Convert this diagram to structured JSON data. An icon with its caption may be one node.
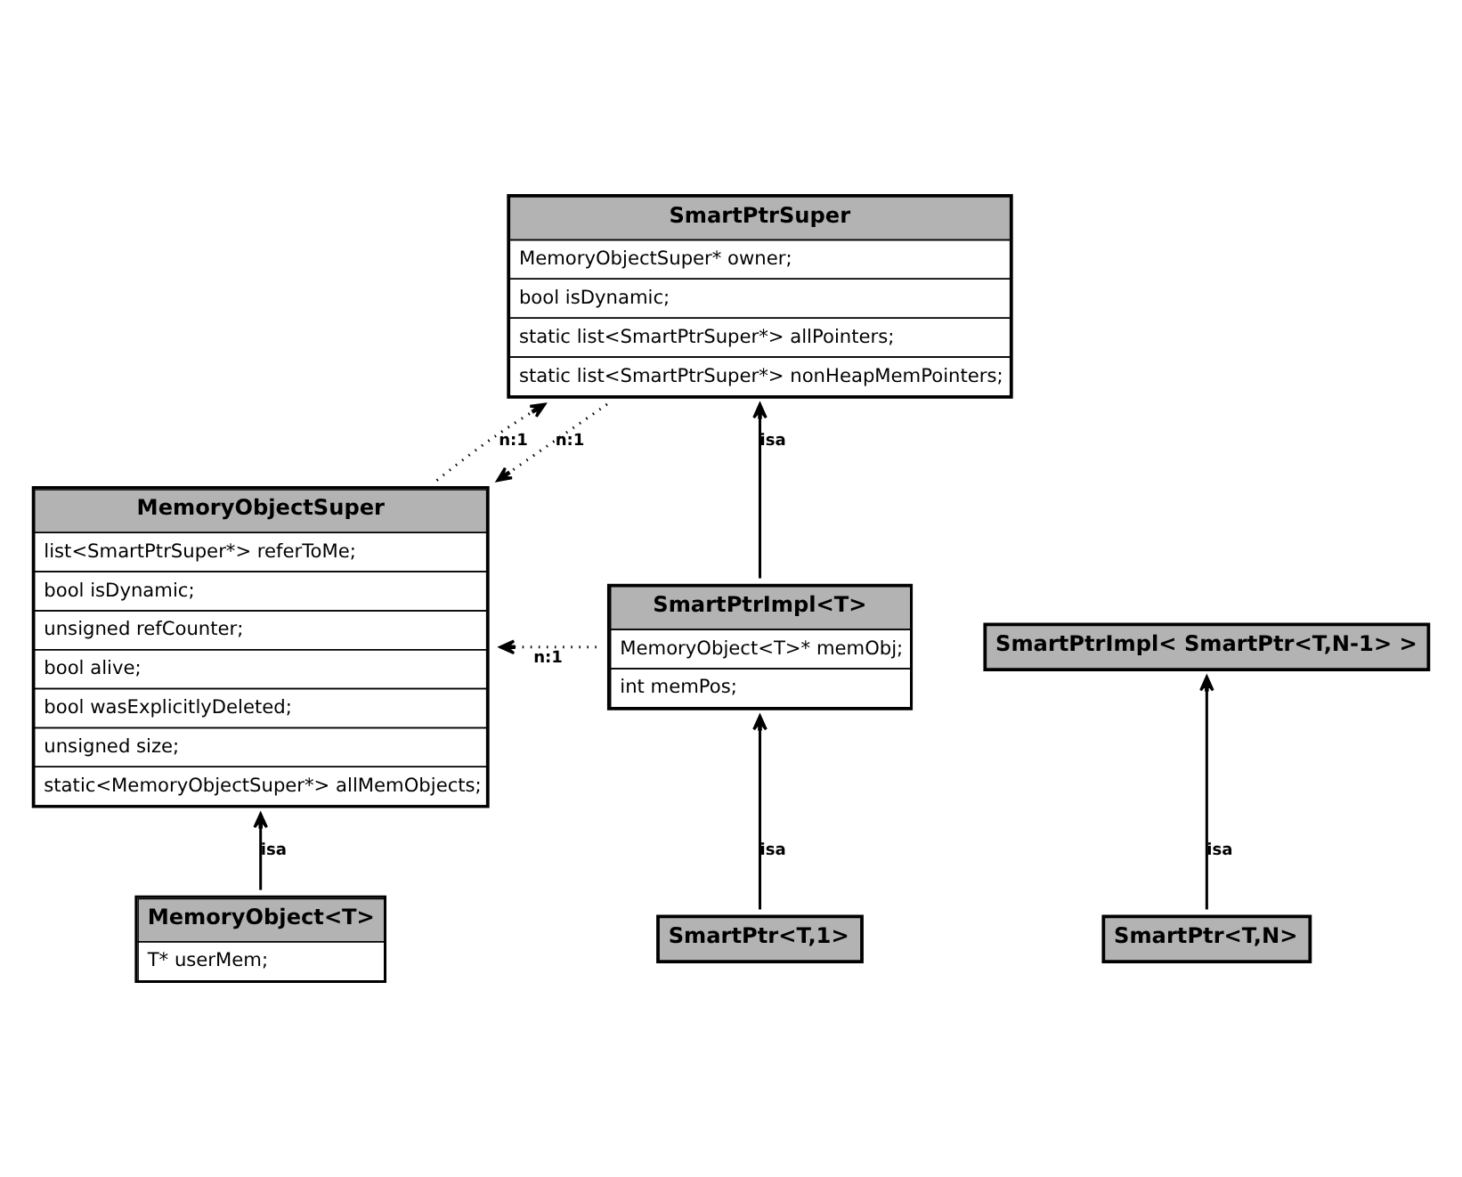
{
  "diagram": {
    "nodes": [
      {
        "text": [
          "SmartPtrSuper",
          "MemoryObjectSuper* owner;",
          "bool isDynamic;",
          "static list<SmartPtrSuper*> allPointers;",
          "static list<SmartPtrSuper*> nonHeapMemPointers;"
        ]
      },
      {
        "text": [
          "SmartPtrImpl<T>",
          "MemoryObject<T>* memObj;",
          "int memPos;"
        ]
      },
      {
        "text": [
          "MemoryObjectSuper",
          "list<SmartPtrSuper*> referToMe;",
          "bool isDynamic;",
          "unsigned refCounter;",
          "bool alive;",
          "bool wasExplicitlyDeleted;",
          "unsigned size;",
          "static<MemoryObjectSuper*> allMemObjects;"
        ]
      },
      {
        "text": [
          "SmartPtr<T,1>"
        ]
      },
      {
        "text": [
          "SmartPtr<T,N>"
        ]
      },
      {
        "text": [
          "SmartPtrImpl< SmartPtr<T,N-1> >"
        ]
      },
      {
        "text": [
          "MemoryObject<T>",
          "T* userMem;"
        ]
      }
    ],
    "edges": [
      {
        "from": 1,
        "to": 0,
        "arrow": "to",
        "label": "isa"
      },
      {
        "from": 1,
        "to": 2,
        "arrow": "to",
        "label": "n:1",
        "style": "dashed"
      },
      {
        "from": 0,
        "to": 2,
        "arrow": "to",
        "label": "n:1",
        "style": "dashed"
      },
      {
        "from": 2,
        "to": 0,
        "arrow": "to",
        "label": "n:1",
        "style": "dashed"
      },
      {
        "from": 3,
        "to": 1,
        "arrow": "to",
        "label": "isa"
      },
      {
        "from": 4,
        "to": 5,
        "arrow": "to",
        "label": "isa"
      },
      {
        "from": 6,
        "to": 2,
        "arrow": "to",
        "label": "isa"
      }
    ]
  }
}
